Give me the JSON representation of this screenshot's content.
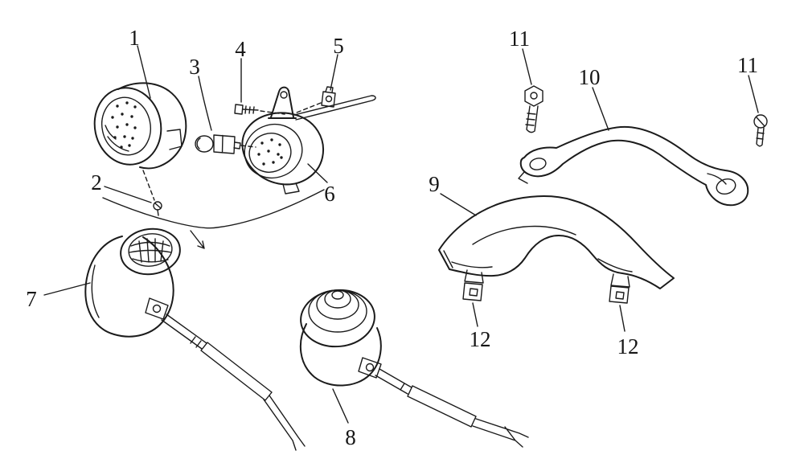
{
  "figure": {
    "kind": "exploded-parts-diagram",
    "background_color": "#ffffff",
    "ink_color": "#1b1b1b"
  },
  "callouts": [
    {
      "id": "1",
      "label": "1"
    },
    {
      "id": "2",
      "label": "2"
    },
    {
      "id": "3",
      "label": "3"
    },
    {
      "id": "4",
      "label": "4"
    },
    {
      "id": "5",
      "label": "5"
    },
    {
      "id": "6",
      "label": "6"
    },
    {
      "id": "7",
      "label": "7"
    },
    {
      "id": "8",
      "label": "8"
    },
    {
      "id": "9",
      "label": "9"
    },
    {
      "id": "10",
      "label": "10"
    },
    {
      "id": "11-left",
      "label": "11"
    },
    {
      "id": "11-right",
      "label": "11"
    },
    {
      "id": "12-left",
      "label": "12"
    },
    {
      "id": "12-right",
      "label": "12"
    }
  ]
}
